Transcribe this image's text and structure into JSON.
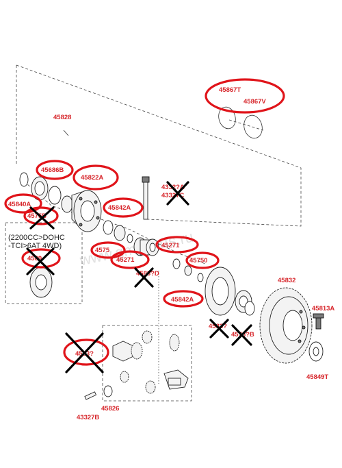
{
  "diagram": {
    "parts": {
      "p45867T": "45867T",
      "p45867V": "45867V",
      "p45828": "45828",
      "p45686B": "45686B",
      "p45822A": "45822A",
      "p45840A": "45840A",
      "p4575B_left": "4575B",
      "p4332A": "4332?A",
      "p4332C": "43327C",
      "p45842A_1": "45842A",
      "p4575_mid": "4575",
      "p45271_a": "45271",
      "p45271_b": "45271",
      "p4575_r": "45750",
      "p4583D": "4583?D",
      "p45842A_2": "45842A",
      "p45832": "45832",
      "p45813A": "45813A",
      "p4583_low": "4583?",
      "p4578B": "4578?B",
      "p45849T": "45849T",
      "p4583_gears": "4583?",
      "p45826": "45826",
      "p43327B": "43327B",
      "p4589": "4589"
    },
    "note_line1": "(2200CC>DOHC",
    "note_line2": "-TCI>6AT 4WD)",
    "watermark": "www.gmcparts.ru"
  },
  "annotations": {
    "highlight_color": "#e0141a",
    "strike_color": "#000000"
  }
}
